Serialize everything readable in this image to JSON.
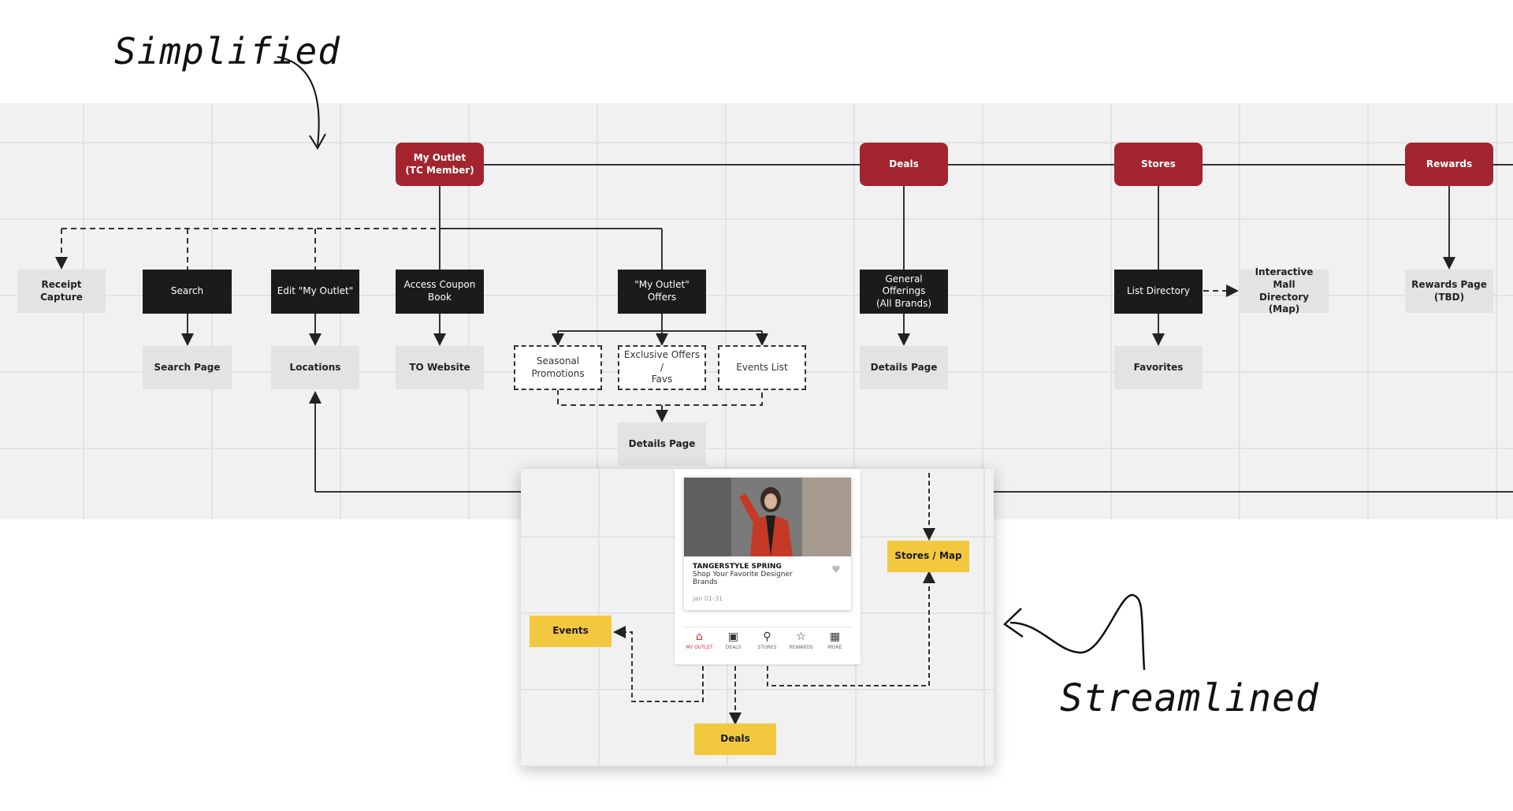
{
  "annotations": {
    "top": "Simplified",
    "bottom": "Streamlined"
  },
  "colors": {
    "primary_node": "#a2242f",
    "action_node": "#1b1b1b",
    "page_node": "#e3e3e3",
    "app_nav_node": "#f2c83e"
  },
  "sitemap": {
    "primary": {
      "my_outlet": "My Outlet\n(TC Member)",
      "deals": "Deals",
      "stores": "Stores",
      "rewards": "Rewards"
    },
    "actions": {
      "receipt_capture": "Receipt Capture",
      "search": "Search",
      "edit_my_outlet": "Edit \"My Outlet\"",
      "access_coupon_book": "Access Coupon\nBook",
      "my_outlet_offers": "\"My Outlet\" Offers",
      "general_offerings": "General Offerings\n(All Brands)",
      "list_directory": "List Directory",
      "interactive_mall_directory": "Interactive Mall\nDirectory (Map)",
      "rewards_page": "Rewards Page\n(TBD)"
    },
    "pages": {
      "search_page": "Search Page",
      "locations": "Locations",
      "to_website": "TO Website",
      "seasonal_promotions": "Seasonal\nPromotions",
      "exclusive_offers": "Exclusive Offers /\nFavs",
      "events_list": "Events List",
      "offers_details_page": "Details Page",
      "deals_details_page": "Details Page",
      "favorites": "Favorites"
    }
  },
  "app_mockup": {
    "card": {
      "title": "TANGERSTYLE SPRING",
      "subtitle": "Shop Your Favorite Designer Brands",
      "date": "Jan 01-31"
    },
    "tabs": [
      {
        "icon": "home-icon",
        "glyph": "⌂",
        "label": "MY OUTLET"
      },
      {
        "icon": "deals-icon",
        "glyph": "▣",
        "label": "DEALS"
      },
      {
        "icon": "map-pin-icon",
        "glyph": "⚲",
        "label": "STORES"
      },
      {
        "icon": "star-icon",
        "glyph": "☆",
        "label": "REWARDS"
      },
      {
        "icon": "grid-icon",
        "glyph": "▦",
        "label": "MORE"
      }
    ],
    "nav_nodes": {
      "events": "Events",
      "stores_map": "Stores / Map",
      "deals": "Deals"
    }
  }
}
